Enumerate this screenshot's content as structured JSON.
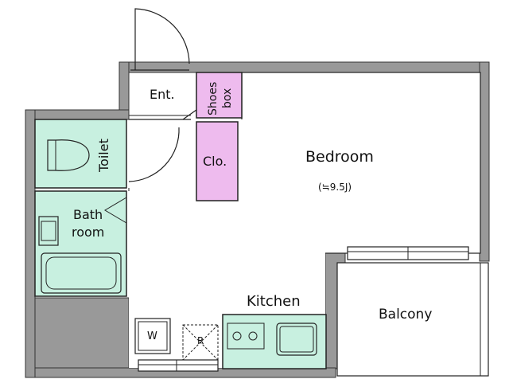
{
  "rooms": {
    "bedroom": "Bedroom",
    "bedroom_area": "(≒9.5J)",
    "kitchen": "Kitchen",
    "balcony": "Balcony",
    "entrance": "Ent.",
    "closet": "Clo.",
    "bath_line1": "Bath",
    "bath_line2": "room",
    "toilet": "Toilet",
    "shoes_line1": "Shoes",
    "shoes_line2": "box",
    "washer": "W",
    "refrigerator": "R"
  },
  "colors": {
    "wall": "#999999",
    "wet_area": "#c8f0e0",
    "storage": "#eebbee",
    "floor": "#ffffff",
    "line": "#222222"
  }
}
